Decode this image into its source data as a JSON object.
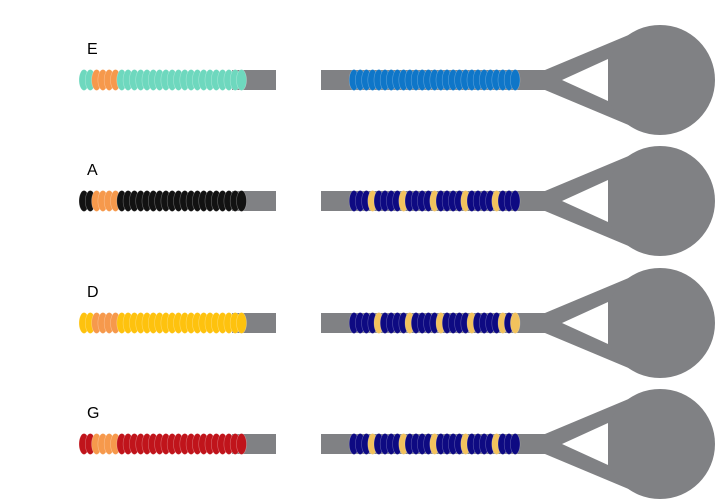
{
  "colors": {
    "gray": "#808184",
    "teal": "#6ED8BE",
    "orange": "#F6994C",
    "black": "#121212",
    "yellow": "#FEC20E",
    "red": "#C0141B",
    "blue": "#0F76C8",
    "navy": "#0E0A82",
    "tan": "#F2C25D"
  },
  "rows": [
    {
      "label": "E",
      "left_start": [
        "teal",
        "teal"
      ],
      "left_band_count": 4,
      "left_band_color": "orange",
      "left_body_color": "teal",
      "right_pattern": "solid",
      "right_color": "blue"
    },
    {
      "label": "A",
      "left_start": [
        "black",
        "black"
      ],
      "left_band_count": 4,
      "left_band_color": "orange",
      "left_body_color": "black",
      "right_pattern": "striped",
      "right_color": "navy",
      "right_stripe_color": "tan"
    },
    {
      "label": "D",
      "left_start": [
        "yellow",
        "yellow"
      ],
      "left_band_count": 4,
      "left_band_color": "orange",
      "left_body_color": "yellow",
      "right_pattern": "striped",
      "right_color": "navy",
      "right_stripe_color": "tan"
    },
    {
      "label": "G",
      "left_start": [
        "red",
        "red"
      ],
      "left_band_count": 4,
      "left_band_color": "orange",
      "left_body_color": "red",
      "right_pattern": "striped",
      "right_color": "navy",
      "right_stripe_color": "tan"
    }
  ]
}
